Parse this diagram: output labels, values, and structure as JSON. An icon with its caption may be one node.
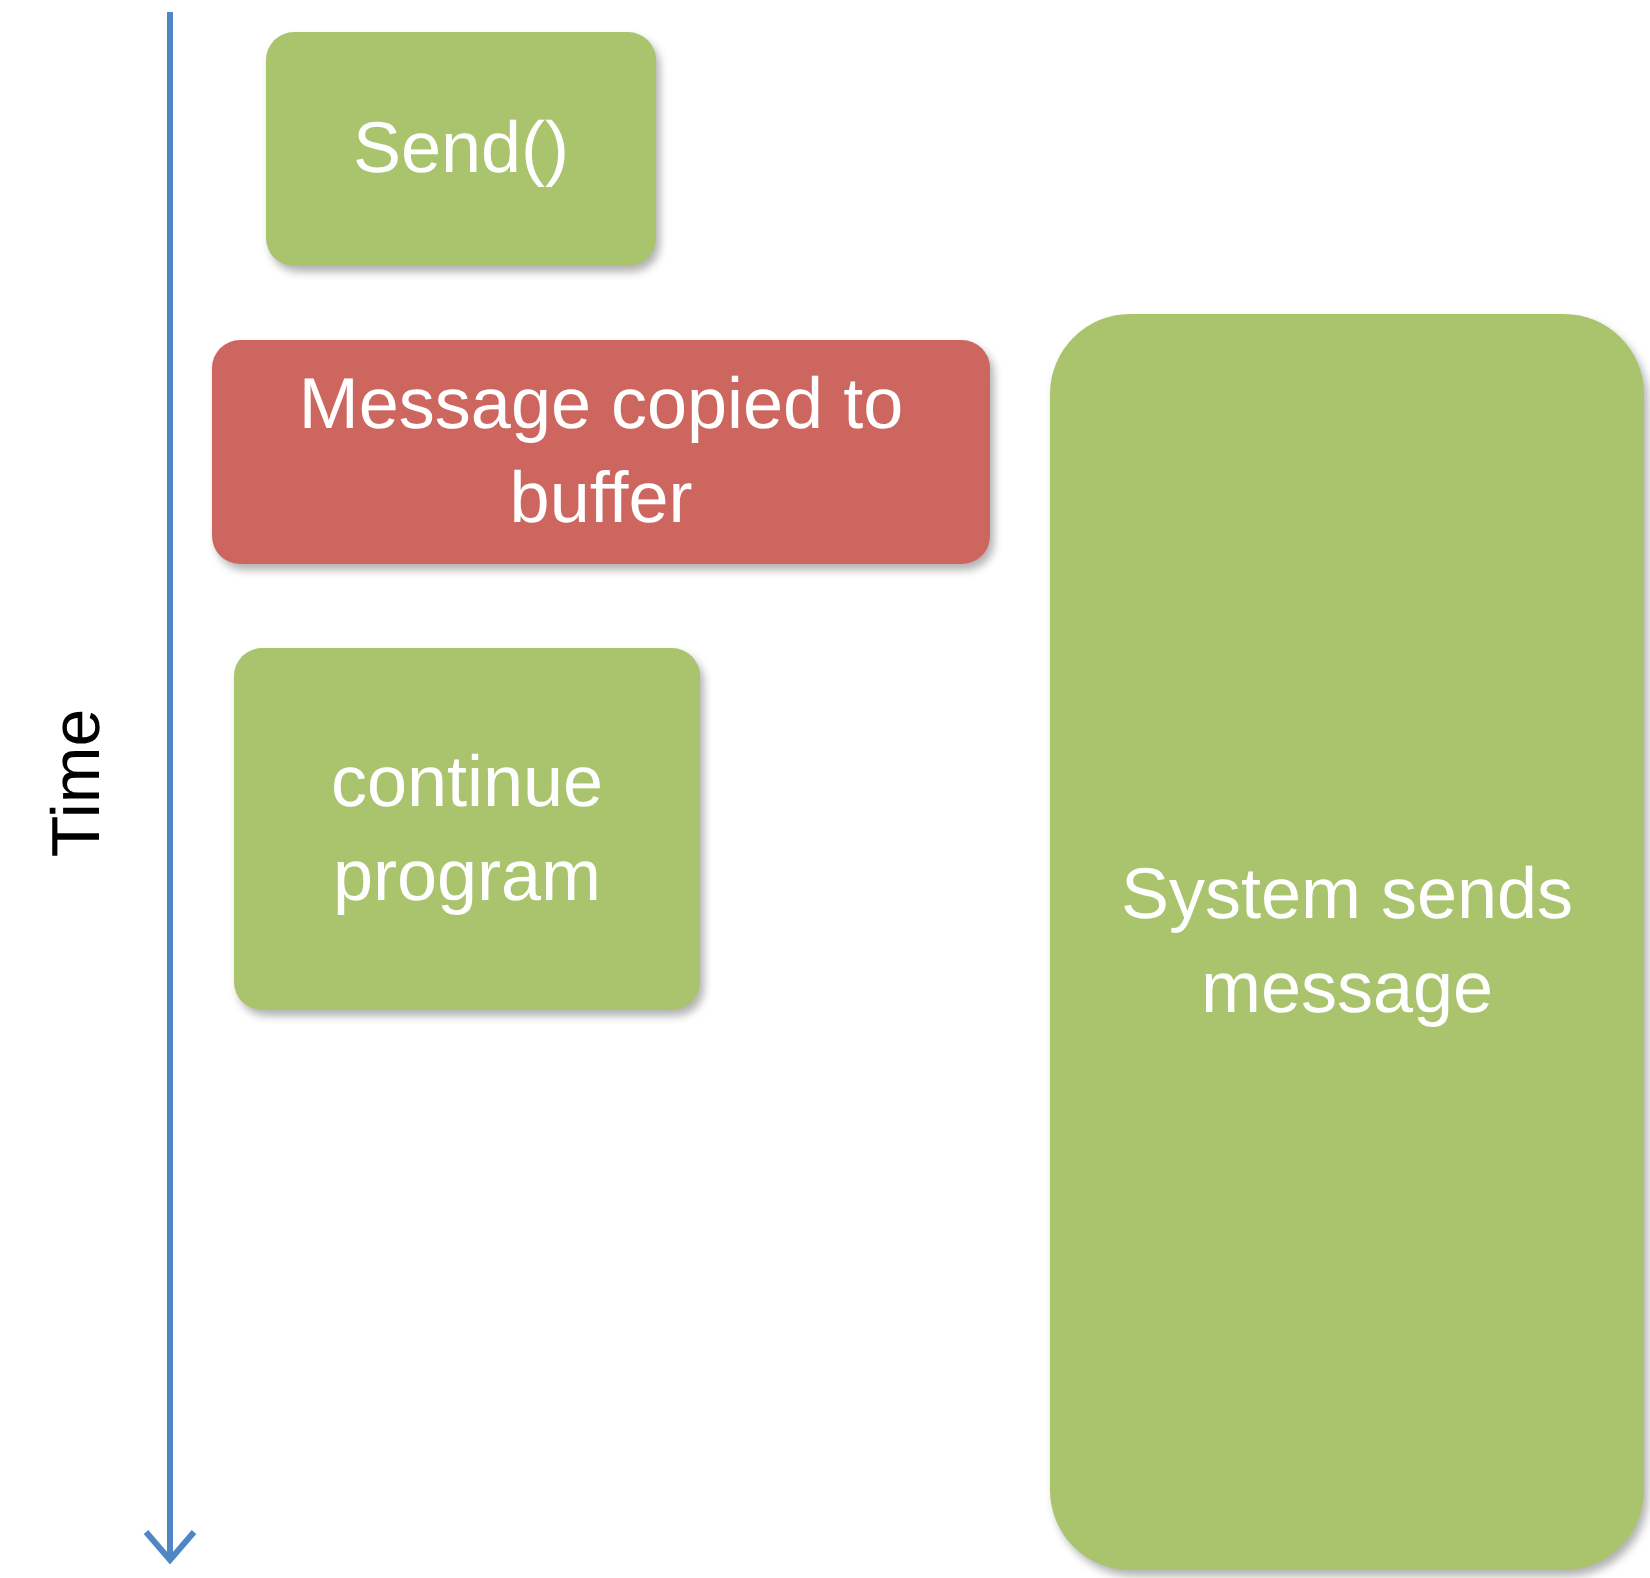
{
  "diagram": {
    "nodes": [
      {
        "text": [
          "Send()"
        ]
      },
      {
        "text": [
          "Message copied to buffer"
        ]
      },
      {
        "text": [
          "continue program"
        ]
      },
      {
        "text": [
          "System sends message"
        ]
      }
    ],
    "labels": [
      "Time"
    ]
  }
}
